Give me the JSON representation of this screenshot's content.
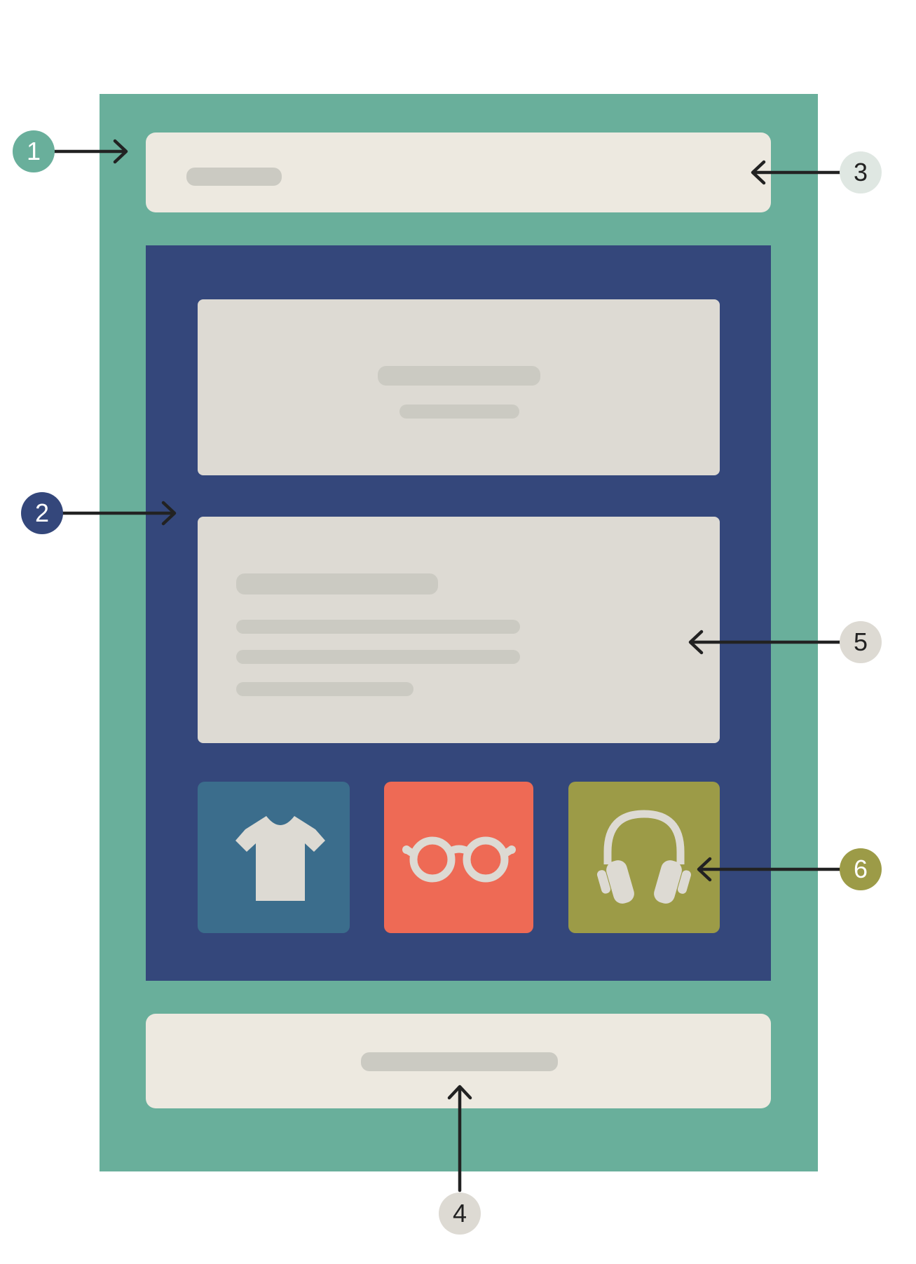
{
  "colors": {
    "background": "#ffffff",
    "outer_panel": "#69af9b",
    "main_panel": "#34477b",
    "header_footer": "#ede9e0",
    "card": "#dddad3",
    "placeholder_bar": "#cbcac2",
    "tile_shirt": "#3b6d8c",
    "tile_glasses": "#ee6a55",
    "tile_headphones": "#9c9b47",
    "icon_fill": "#dddad3",
    "arrow": "#222222"
  },
  "tiles": [
    {
      "icon": "t-shirt-icon"
    },
    {
      "icon": "glasses-icon"
    },
    {
      "icon": "headphones-icon"
    }
  ],
  "callouts": [
    {
      "label": "1",
      "color": "#69af9b",
      "text_color": "#ffffff"
    },
    {
      "label": "2",
      "color": "#34477b",
      "text_color": "#ffffff"
    },
    {
      "label": "3",
      "color": "#dfe7e2",
      "text_color": "#222222"
    },
    {
      "label": "4",
      "color": "#dddad3",
      "text_color": "#222222"
    },
    {
      "label": "5",
      "color": "#dddad3",
      "text_color": "#222222"
    },
    {
      "label": "6",
      "color": "#9c9b47",
      "text_color": "#ffffff"
    }
  ]
}
